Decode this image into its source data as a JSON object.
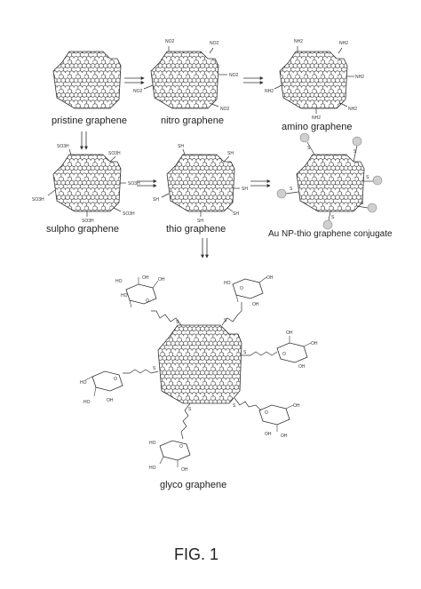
{
  "labels": {
    "pristine": "pristine graphene",
    "nitro": "nitro graphene",
    "amino": "amino graphene",
    "sulpho": "sulpho graphene",
    "thio": "thio graphene",
    "au": "Au NP-thio graphene conjugate",
    "glyco": "glyco graphene"
  },
  "substituents": {
    "nitro": "NO2",
    "amino": "NH2",
    "sulpho": "SO3H",
    "thio": "SH",
    "sulfur": "S",
    "hydroxyl": "OH",
    "hydroxyl_left": "HO",
    "ring_oxygen": "O"
  },
  "figure_caption": "FIG. 1",
  "colors": {
    "line": "#333333",
    "gold": "#cfcfcf"
  }
}
